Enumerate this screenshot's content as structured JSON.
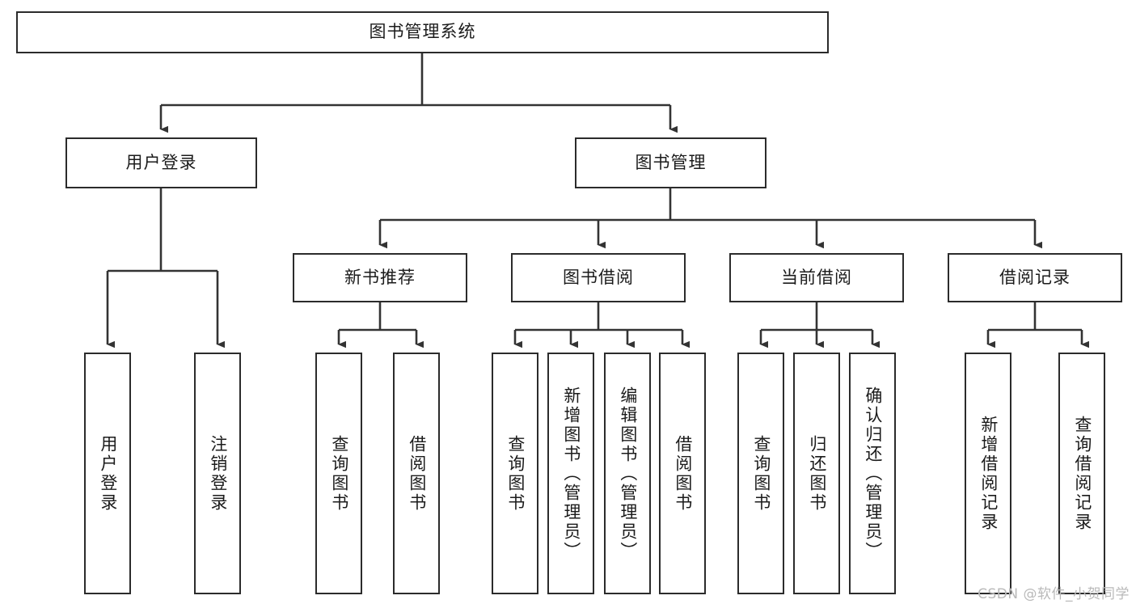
{
  "diagram": {
    "type": "tree",
    "root": {
      "label": "图书管理系统"
    },
    "level2": [
      {
        "label": "用户登录"
      },
      {
        "label": "图书管理"
      }
    ],
    "level3": [
      {
        "label": "新书推荐"
      },
      {
        "label": "图书借阅"
      },
      {
        "label": "当前借阅"
      },
      {
        "label": "借阅记录"
      }
    ],
    "leaves": {
      "user_login": [
        {
          "label": "用户登录"
        },
        {
          "label": "注销登录"
        }
      ],
      "new_book_recommend": [
        {
          "label": "查询图书"
        },
        {
          "label": "借阅图书"
        }
      ],
      "book_borrow": [
        {
          "label": "查询图书"
        },
        {
          "label": "新增图书（管理员）"
        },
        {
          "label": "编辑图书（管理员）"
        },
        {
          "label": "借阅图书"
        }
      ],
      "current_borrow": [
        {
          "label": "查询图书"
        },
        {
          "label": "归还图书"
        },
        {
          "label": "确认归还（管理员）"
        }
      ],
      "borrow_record": [
        {
          "label": "新增借阅记录"
        },
        {
          "label": "查询借阅记录"
        }
      ]
    }
  },
  "watermark": {
    "text": "CSDN @软件_小贺同学"
  },
  "colors": {
    "box_border": "#2b2b2b",
    "box_fill": "#ffffff",
    "connector": "#333333",
    "text": "#1b1b1b",
    "watermark": "#b9b9b9",
    "background": "#ffffff"
  }
}
